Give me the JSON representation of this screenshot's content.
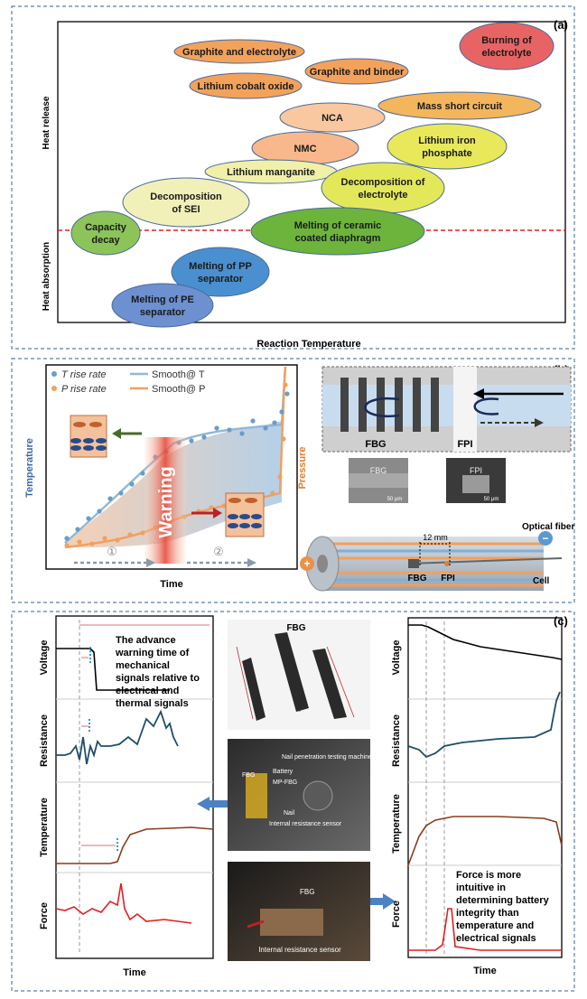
{
  "panel_a": {
    "tag": "(a)",
    "y_label_top": "Heat release",
    "y_label_bottom": "Heat absorption",
    "x_label": "Reaction Temperature",
    "colors": {
      "border": "#5a7fa6",
      "threshold_line": "#e02020"
    },
    "reactions": [
      {
        "label": "Graphite and electrolyte",
        "color": "#f3a25c"
      },
      {
        "label": "Burning of electrolyte",
        "color": "#e86464"
      },
      {
        "label": "Graphite and binder",
        "color": "#f3a25c"
      },
      {
        "label": "Lithium cobalt oxide",
        "color": "#f3a25c"
      },
      {
        "label": "Mass short circuit",
        "color": "#f3b65c"
      },
      {
        "label": "NCA",
        "color": "#f9c8a0"
      },
      {
        "label": "NMC",
        "color": "#f8b88c"
      },
      {
        "label": "Lithium iron phosphate",
        "color": "#e8e85a"
      },
      {
        "label": "Lithium manganite",
        "color": "#f0f0a8"
      },
      {
        "label": "Decomposition of electrolyte",
        "color": "#e3e85a"
      },
      {
        "label": "Decomposition of SEI",
        "color": "#f0f0b8"
      },
      {
        "label": "Capacity decay",
        "color": "#8cc45a"
      },
      {
        "label": "Melting of ceramic coated diaphragm",
        "color": "#6cb43c"
      },
      {
        "label": "Melting of PP separator",
        "color": "#4a90d0"
      },
      {
        "label": "Melting of PE separator",
        "color": "#6c90d0"
      }
    ]
  },
  "panel_b": {
    "tag": "(b)",
    "legend": {
      "t_rise": "T rise rate",
      "smooth_t": "Smooth@ T",
      "p_rise": "P rise rate",
      "smooth_p": "Smooth@ P"
    },
    "y_left": "Temperature",
    "y_right": "Pressure",
    "x_label": "Time",
    "warning": "Warning",
    "stage_1": "①",
    "stage_2": "②",
    "fbg": "FBG",
    "fpi": "FPI",
    "scale_bar": "50 μm",
    "length": "12 mm",
    "optical_fiber": "Optical fiber",
    "cell": "Cell",
    "plus": "+",
    "minus": "−"
  },
  "panel_c": {
    "tag": "(c)",
    "left_rows": [
      "Voltage",
      "Resistance",
      "Temperature",
      "Force"
    ],
    "right_rows": [
      "Voltage",
      "Resistance",
      "Temperature",
      "Force"
    ],
    "time_left": "Time",
    "time_right": "Time",
    "note_left": [
      "The advance",
      "warning time of",
      "mechanical",
      "signals relative to",
      "electrical and",
      "thermal signals"
    ],
    "note_right": [
      "Force is more",
      "intuitive in",
      "determining battery",
      "integrity than",
      "temperature and",
      "electrical signals"
    ],
    "fbg_label": "FBG",
    "photo1": {
      "fbg": "FBG",
      "battery": "Battery",
      "mp_fbg": "MP-FBG",
      "nail": "Nail",
      "machine": "Nail penetration testing machine",
      "sensor": "Internal resistance sensor"
    },
    "photo2": {
      "fbg": "FBG",
      "sensor": "Internal resistance sensor"
    }
  }
}
